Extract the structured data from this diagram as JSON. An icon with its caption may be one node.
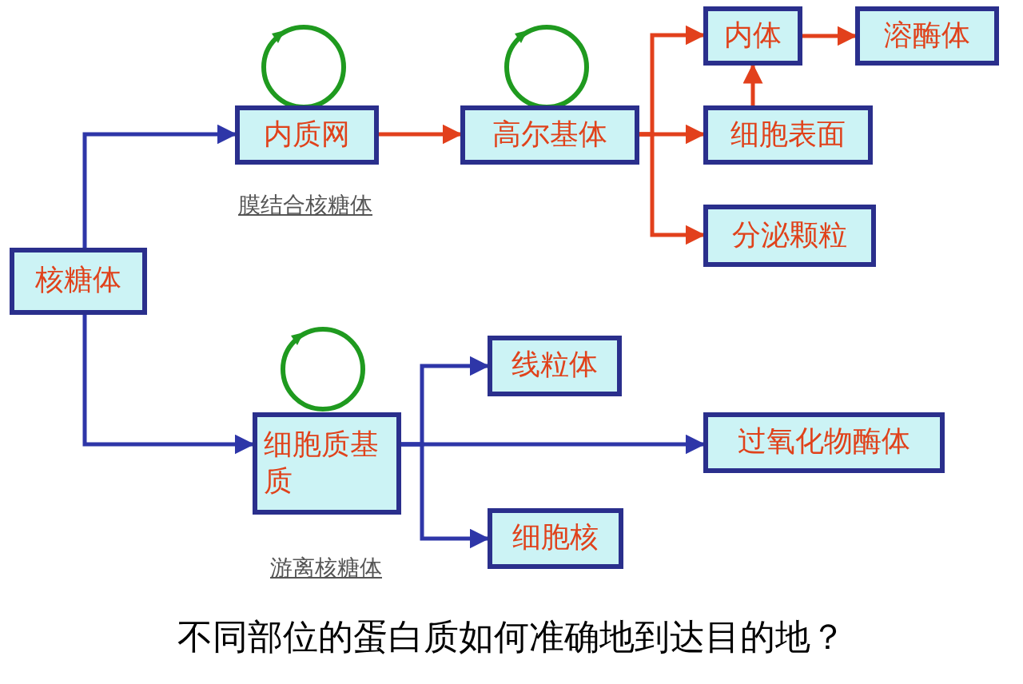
{
  "diagram": {
    "caption": "不同部位的蛋白质如何准确地到达目的地？",
    "nodes": [
      {
        "text": [
          "核糖体"
        ]
      },
      {
        "text": [
          "内质网"
        ]
      },
      {
        "text": [
          "高尔基体"
        ]
      },
      {
        "text": [
          "内体"
        ]
      },
      {
        "text": [
          "溶酶体"
        ]
      },
      {
        "text": [
          "细胞表面"
        ]
      },
      {
        "text": [
          "分泌颗粒"
        ]
      },
      {
        "text": [
          "细胞质基质"
        ]
      },
      {
        "text": [
          "线粒体"
        ]
      },
      {
        "text": [
          "过氧化物酶体"
        ]
      },
      {
        "text": [
          "细胞核"
        ]
      }
    ],
    "edges": [
      {
        "from": 0,
        "to": 1,
        "arrow": "to",
        "color": "#2e36a8"
      },
      {
        "from": 0,
        "to": 7,
        "arrow": "to",
        "color": "#2e36a8"
      },
      {
        "from": 1,
        "to": 2,
        "arrow": "to"
      },
      {
        "from": 2,
        "to": 3,
        "arrow": "to"
      },
      {
        "from": 2,
        "to": 5,
        "arrow": "to"
      },
      {
        "from": 2,
        "to": 6,
        "arrow": "to"
      },
      {
        "from": 5,
        "to": 3,
        "arrow": "to"
      },
      {
        "from": 3,
        "to": 4,
        "arrow": "to"
      },
      {
        "from": 7,
        "to": 8,
        "arrow": "to",
        "color": "#2e36a8"
      },
      {
        "from": 7,
        "to": 9,
        "arrow": "to",
        "color": "#2e36a8"
      },
      {
        "from": 7,
        "to": 10,
        "arrow": "to",
        "color": "#2e36a8"
      }
    ],
    "labels": [
      "膜结合核糖体",
      "游离核糖体"
    ]
  }
}
